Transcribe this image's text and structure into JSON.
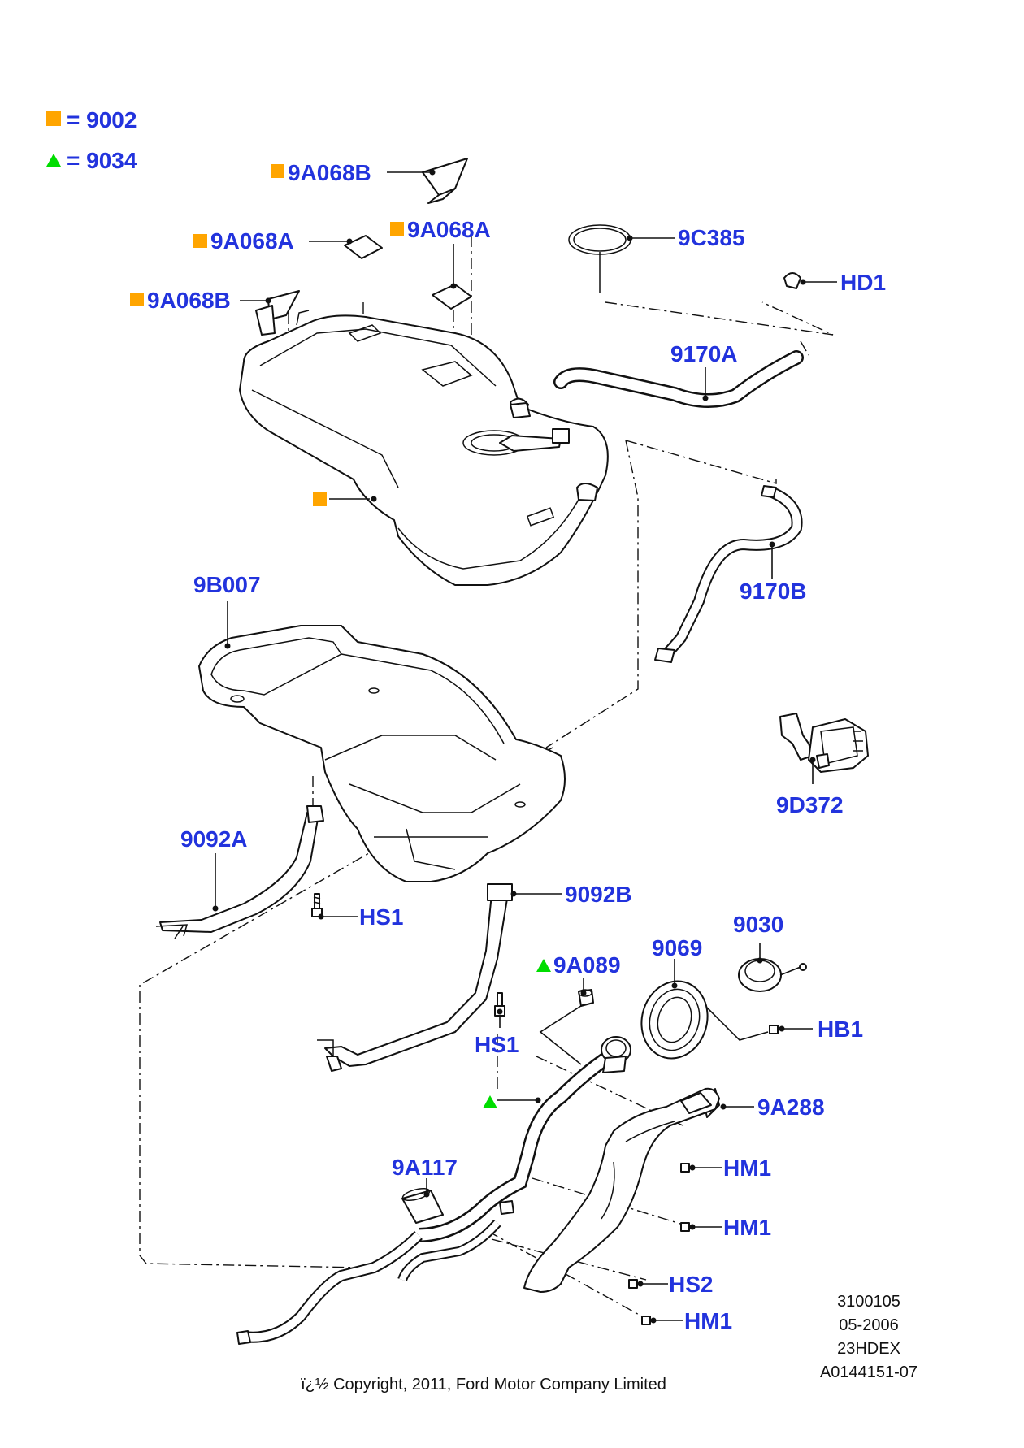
{
  "legend": [
    {
      "symbol": "square",
      "text": "= 9002"
    },
    {
      "symbol": "triangle",
      "text": "= 9034"
    }
  ],
  "colors": {
    "label": "#2233dd",
    "square": "#ffa500",
    "triangle": "#00dd00",
    "lines": "#111111"
  },
  "labels": {
    "p9A068B_top": "9A068B",
    "p9A068A_left": "9A068A",
    "p9A068A_right": "9A068A",
    "p9A068B_left": "9A068B",
    "p9C385": "9C385",
    "pHD1": "HD1",
    "p9170A": "9170A",
    "p9170B": "9170B",
    "p9B007": "9B007",
    "p9D372": "9D372",
    "p9092A": "9092A",
    "pHS1_left": "HS1",
    "p9092B": "9092B",
    "pHS1_mid": "HS1",
    "p9A089": "9A089",
    "p9069": "9069",
    "p9030": "9030",
    "pHB1": "HB1",
    "p9A288": "9A288",
    "pHM1_a": "HM1",
    "pHM1_b": "HM1",
    "pHM1_c": "HM1",
    "pHS2": "HS2",
    "p9A117": "9A117"
  },
  "meta": {
    "line1": "3100105",
    "line2": "05-2006",
    "line3": "23HDEX",
    "line4": "A0144151-07"
  },
  "copyright": "ï¿½ Copyright, 2011, Ford Motor Company Limited"
}
